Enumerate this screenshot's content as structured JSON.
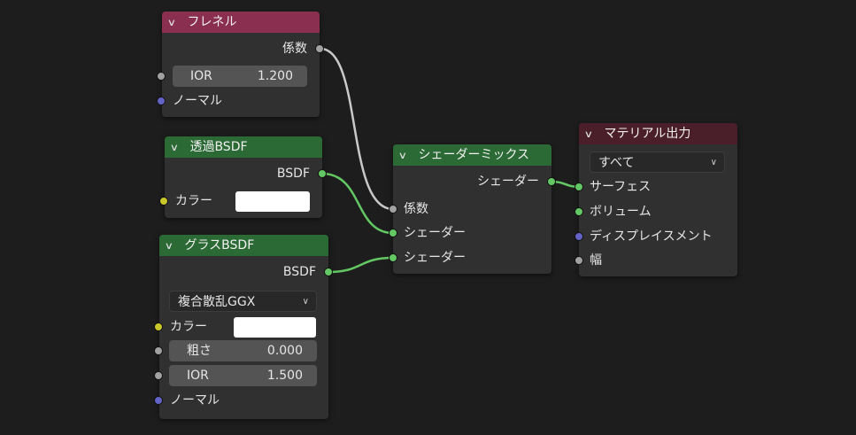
{
  "colors": {
    "socket_float": "#a1a1a1",
    "socket_shader": "#63c763",
    "socket_vector": "#6363c7",
    "socket_color": "#c7c729",
    "header_fresnel": "#8a2f50",
    "header_shader": "#2b6a35",
    "header_output": "#4b1f2a",
    "link_float": "#c8c8c8",
    "link_shader": "#63c763"
  },
  "fresnel": {
    "title": "フレネル",
    "out_factor": "係数",
    "ior_label": "IOR",
    "ior_value": "1.200",
    "normal_label": "ノーマル"
  },
  "transparent": {
    "title": "透過BSDF",
    "out_bsdf": "BSDF",
    "color_label": "カラー"
  },
  "glass": {
    "title": "グラスBSDF",
    "out_bsdf": "BSDF",
    "distribution": "複合散乱GGX",
    "color_label": "カラー",
    "roughness_label": "粗さ",
    "roughness_value": "0.000",
    "ior_label": "IOR",
    "ior_value": "1.500",
    "normal_label": "ノーマル"
  },
  "mix": {
    "title": "シェーダーミックス",
    "out_shader": "シェーダー",
    "in_factor": "係数",
    "in_shader1": "シェーダー",
    "in_shader2": "シェーダー"
  },
  "output": {
    "title": "マテリアル出力",
    "target": "すべて",
    "in_surface": "サーフェス",
    "in_volume": "ボリューム",
    "in_displacement": "ディスプレイスメント",
    "in_thickness": "幅"
  }
}
